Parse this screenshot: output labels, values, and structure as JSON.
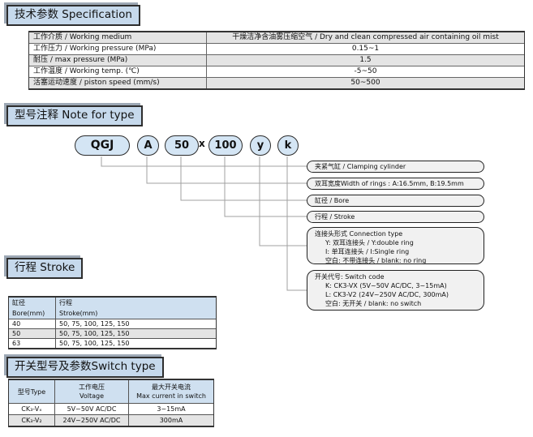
{
  "colors": {
    "header_bg": "#c6d9ec",
    "bubble_bg": "#d4e5f4",
    "label_box_bg": "#f1f1f1",
    "row_shade": "#e4e4e4",
    "table_header_bg": "#cfe0f0",
    "shadow": "#9da8b5"
  },
  "sections": {
    "spec": {
      "title": "技术参数 Specification",
      "table": {
        "rows": [
          {
            "label": "工作介质 / Working medium",
            "value": "干燥洁净含油雾压缩空气 / Dry and clean compressed air containing oil mist"
          },
          {
            "label": "工作压力 / Working pressure (MPa)",
            "value": "0.15~1"
          },
          {
            "label": "耐压 / max pressure (MPa)",
            "value": "1.5"
          },
          {
            "label": "工作温度 / Working temp. (℃)",
            "value": "-5~50"
          },
          {
            "label": "活塞运动速度 / piston speed (mm/s)",
            "value": "50~500"
          }
        ]
      }
    },
    "note": {
      "title": "型号注释 Note for type",
      "model_parts": [
        {
          "text": "QGJ"
        },
        {
          "text": "A"
        },
        {
          "text": "50"
        },
        {
          "text": "x"
        },
        {
          "text": "100"
        },
        {
          "text": "y"
        },
        {
          "text": "k"
        }
      ],
      "labels": [
        {
          "lines": [
            "夹紧气缸 / Clamping cylinder"
          ]
        },
        {
          "lines": [
            "双耳宽度Width of rings : A:16.5mm, B:19.5mm"
          ]
        },
        {
          "lines": [
            "缸径 / Bore"
          ]
        },
        {
          "lines": [
            "行程 / Stroke"
          ]
        },
        {
          "lines": [
            "连接头形式 Connection type",
            "Y: 双耳连接头 / Y:double ring",
            "I: 单耳连接头 / I:Single ring",
            "空白: 不带连接头 / blank: no ring"
          ]
        },
        {
          "lines": [
            "开关代号: Switch code",
            "K: CK3-VX (5V~50V AC/DC, 3~15mA)",
            "L: CK3-V2 (24V~250V AC/DC, 300mA)",
            "空白: 无开关 / blank: no switch"
          ]
        }
      ]
    },
    "stroke": {
      "title": "行程 Stroke",
      "table": {
        "headers": [
          [
            "缸径",
            "Bore(mm)"
          ],
          [
            "行程",
            "Stroke(mm)"
          ]
        ],
        "rows": [
          {
            "bore": "40",
            "stroke": "50, 75, 100, 125, 150"
          },
          {
            "bore": "50",
            "stroke": "50, 75, 100, 125, 150"
          },
          {
            "bore": "63",
            "stroke": "50, 75, 100, 125, 150"
          }
        ]
      }
    },
    "switch": {
      "title": "开关型号及参数Switch type",
      "table": {
        "headers": [
          [
            "型号Type"
          ],
          [
            "工作电压",
            "Voltage"
          ],
          [
            "最大开关电流",
            "Max current in switch"
          ]
        ],
        "rows": [
          {
            "type": "CK₃-Vₓ",
            "voltage": "5V~50V AC/DC",
            "current": "3~15mA"
          },
          {
            "type": "CK₃-V₂",
            "voltage": "24V~250V AC/DC",
            "current": "300mA"
          }
        ]
      }
    }
  }
}
